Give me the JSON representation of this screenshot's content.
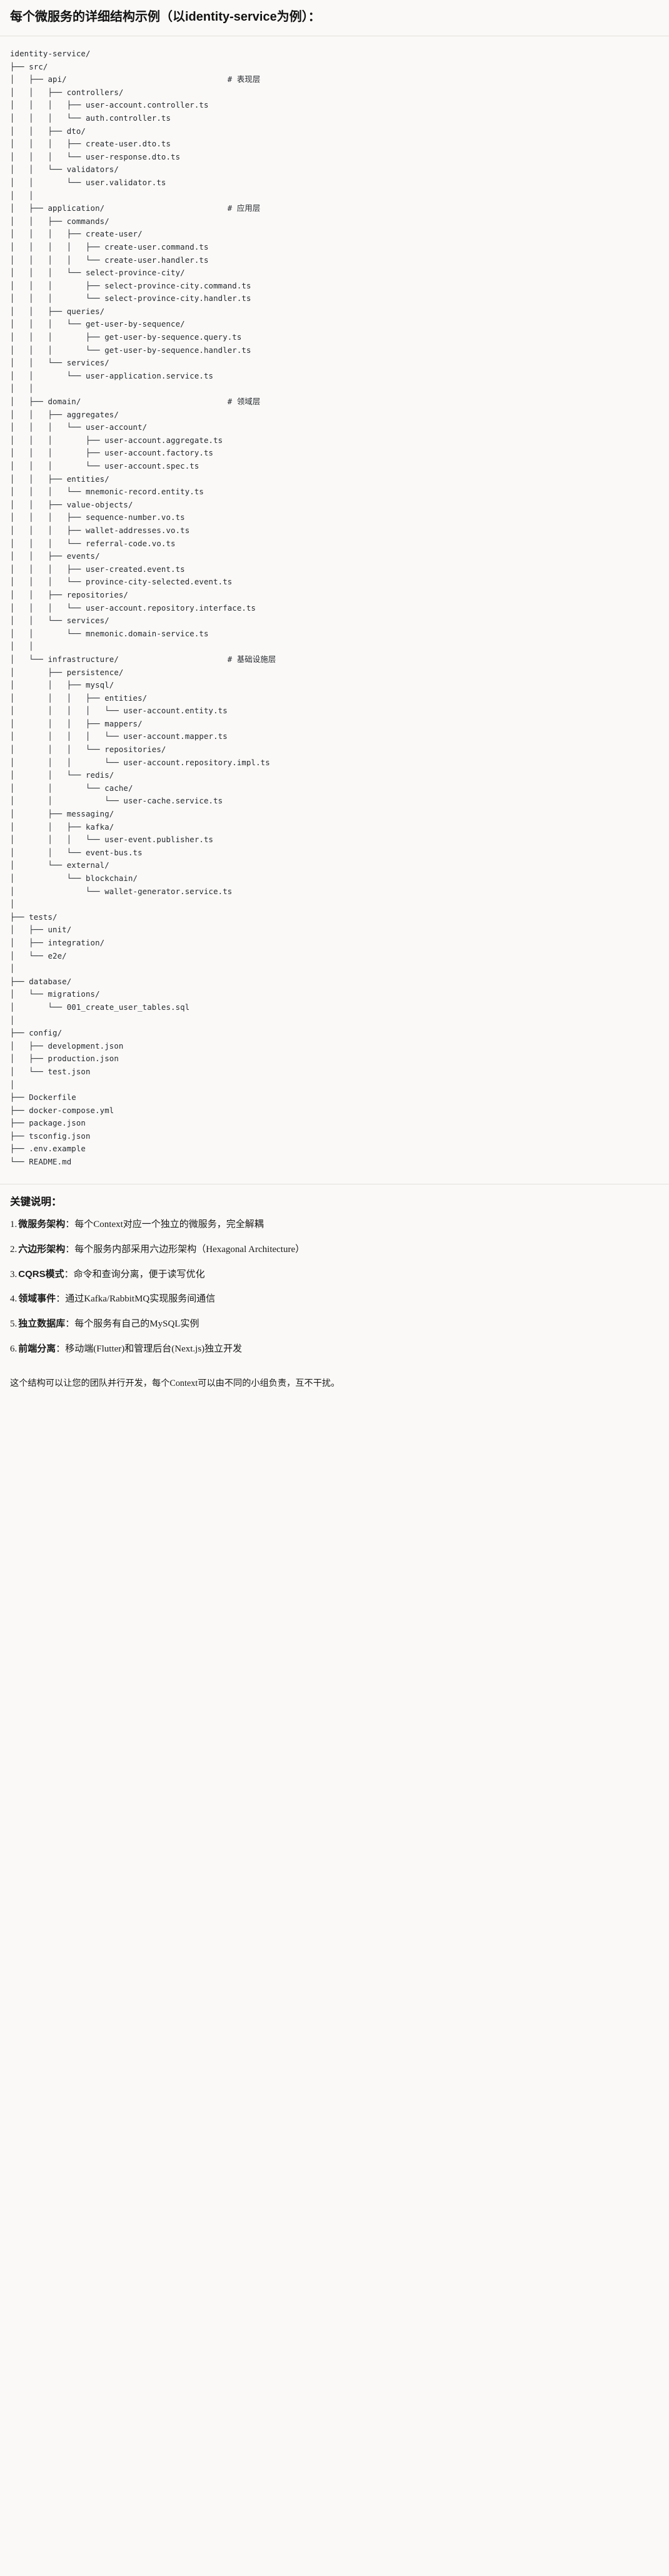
{
  "header": {
    "title": "每个微服务的详细结构示例（以identity-service为例）："
  },
  "tree": {
    "root": "identity-service/",
    "lines": [
      {
        "prefix": "identity-service/",
        "comment": ""
      },
      {
        "prefix": "├── src/",
        "comment": ""
      },
      {
        "prefix": "│   ├── api/",
        "comment": "# 表现层"
      },
      {
        "prefix": "│   │   ├── controllers/",
        "comment": ""
      },
      {
        "prefix": "│   │   │   ├── user-account.controller.ts",
        "comment": ""
      },
      {
        "prefix": "│   │   │   └── auth.controller.ts",
        "comment": ""
      },
      {
        "prefix": "│   │   ├── dto/",
        "comment": ""
      },
      {
        "prefix": "│   │   │   ├── create-user.dto.ts",
        "comment": ""
      },
      {
        "prefix": "│   │   │   └── user-response.dto.ts",
        "comment": ""
      },
      {
        "prefix": "│   │   └── validators/",
        "comment": ""
      },
      {
        "prefix": "│   │       └── user.validator.ts",
        "comment": ""
      },
      {
        "prefix": "│   │",
        "comment": ""
      },
      {
        "prefix": "│   ├── application/",
        "comment": "# 应用层"
      },
      {
        "prefix": "│   │   ├── commands/",
        "comment": ""
      },
      {
        "prefix": "│   │   │   ├── create-user/",
        "comment": ""
      },
      {
        "prefix": "│   │   │   │   ├── create-user.command.ts",
        "comment": ""
      },
      {
        "prefix": "│   │   │   │   └── create-user.handler.ts",
        "comment": ""
      },
      {
        "prefix": "│   │   │   └── select-province-city/",
        "comment": ""
      },
      {
        "prefix": "│   │   │       ├── select-province-city.command.ts",
        "comment": ""
      },
      {
        "prefix": "│   │   │       └── select-province-city.handler.ts",
        "comment": ""
      },
      {
        "prefix": "│   │   ├── queries/",
        "comment": ""
      },
      {
        "prefix": "│   │   │   └── get-user-by-sequence/",
        "comment": ""
      },
      {
        "prefix": "│   │   │       ├── get-user-by-sequence.query.ts",
        "comment": ""
      },
      {
        "prefix": "│   │   │       └── get-user-by-sequence.handler.ts",
        "comment": ""
      },
      {
        "prefix": "│   │   └── services/",
        "comment": ""
      },
      {
        "prefix": "│   │       └── user-application.service.ts",
        "comment": ""
      },
      {
        "prefix": "│   │",
        "comment": ""
      },
      {
        "prefix": "│   ├── domain/",
        "comment": "# 领域层"
      },
      {
        "prefix": "│   │   ├── aggregates/",
        "comment": ""
      },
      {
        "prefix": "│   │   │   └── user-account/",
        "comment": ""
      },
      {
        "prefix": "│   │   │       ├── user-account.aggregate.ts",
        "comment": ""
      },
      {
        "prefix": "│   │   │       ├── user-account.factory.ts",
        "comment": ""
      },
      {
        "prefix": "│   │   │       └── user-account.spec.ts",
        "comment": ""
      },
      {
        "prefix": "│   │   ├── entities/",
        "comment": ""
      },
      {
        "prefix": "│   │   │   └── mnemonic-record.entity.ts",
        "comment": ""
      },
      {
        "prefix": "│   │   ├── value-objects/",
        "comment": ""
      },
      {
        "prefix": "│   │   │   ├── sequence-number.vo.ts",
        "comment": ""
      },
      {
        "prefix": "│   │   │   ├── wallet-addresses.vo.ts",
        "comment": ""
      },
      {
        "prefix": "│   │   │   └── referral-code.vo.ts",
        "comment": ""
      },
      {
        "prefix": "│   │   ├── events/",
        "comment": ""
      },
      {
        "prefix": "│   │   │   ├── user-created.event.ts",
        "comment": ""
      },
      {
        "prefix": "│   │   │   └── province-city-selected.event.ts",
        "comment": ""
      },
      {
        "prefix": "│   │   ├── repositories/",
        "comment": ""
      },
      {
        "prefix": "│   │   │   └── user-account.repository.interface.ts",
        "comment": ""
      },
      {
        "prefix": "│   │   └── services/",
        "comment": ""
      },
      {
        "prefix": "│   │       └── mnemonic.domain-service.ts",
        "comment": ""
      },
      {
        "prefix": "│   │",
        "comment": ""
      },
      {
        "prefix": "│   └── infrastructure/",
        "comment": "# 基础设施层"
      },
      {
        "prefix": "│       ├── persistence/",
        "comment": ""
      },
      {
        "prefix": "│       │   ├── mysql/",
        "comment": ""
      },
      {
        "prefix": "│       │   │   ├── entities/",
        "comment": ""
      },
      {
        "prefix": "│       │   │   │   └── user-account.entity.ts",
        "comment": ""
      },
      {
        "prefix": "│       │   │   ├── mappers/",
        "comment": ""
      },
      {
        "prefix": "│       │   │   │   └── user-account.mapper.ts",
        "comment": ""
      },
      {
        "prefix": "│       │   │   └── repositories/",
        "comment": ""
      },
      {
        "prefix": "│       │   │       └── user-account.repository.impl.ts",
        "comment": ""
      },
      {
        "prefix": "│       │   └── redis/",
        "comment": ""
      },
      {
        "prefix": "│       │       └── cache/",
        "comment": ""
      },
      {
        "prefix": "│       │           └── user-cache.service.ts",
        "comment": ""
      },
      {
        "prefix": "│       ├── messaging/",
        "comment": ""
      },
      {
        "prefix": "│       │   ├── kafka/",
        "comment": ""
      },
      {
        "prefix": "│       │   │   └── user-event.publisher.ts",
        "comment": ""
      },
      {
        "prefix": "│       │   └── event-bus.ts",
        "comment": ""
      },
      {
        "prefix": "│       └── external/",
        "comment": ""
      },
      {
        "prefix": "│           └── blockchain/",
        "comment": ""
      },
      {
        "prefix": "│               └── wallet-generator.service.ts",
        "comment": ""
      },
      {
        "prefix": "│",
        "comment": ""
      },
      {
        "prefix": "├── tests/",
        "comment": ""
      },
      {
        "prefix": "│   ├── unit/",
        "comment": ""
      },
      {
        "prefix": "│   ├── integration/",
        "comment": ""
      },
      {
        "prefix": "│   └── e2e/",
        "comment": ""
      },
      {
        "prefix": "│",
        "comment": ""
      },
      {
        "prefix": "├── database/",
        "comment": ""
      },
      {
        "prefix": "│   └── migrations/",
        "comment": ""
      },
      {
        "prefix": "│       └── 001_create_user_tables.sql",
        "comment": ""
      },
      {
        "prefix": "│",
        "comment": ""
      },
      {
        "prefix": "├── config/",
        "comment": ""
      },
      {
        "prefix": "│   ├── development.json",
        "comment": ""
      },
      {
        "prefix": "│   ├── production.json",
        "comment": ""
      },
      {
        "prefix": "│   └── test.json",
        "comment": ""
      },
      {
        "prefix": "│",
        "comment": ""
      },
      {
        "prefix": "├── Dockerfile",
        "comment": ""
      },
      {
        "prefix": "├── docker-compose.yml",
        "comment": ""
      },
      {
        "prefix": "├── package.json",
        "comment": ""
      },
      {
        "prefix": "├── tsconfig.json",
        "comment": ""
      },
      {
        "prefix": "├── .env.example",
        "comment": ""
      },
      {
        "prefix": "└── README.md",
        "comment": ""
      }
    ],
    "comment_column": 46
  },
  "notes": {
    "heading": "关键说明：",
    "items": [
      {
        "num": "1.",
        "term": "微服务架构",
        "desc": "：每个Context对应一个独立的微服务，完全解耦"
      },
      {
        "num": "2.",
        "term": "六边形架构",
        "desc": "：每个服务内部采用六边形架构（Hexagonal Architecture）"
      },
      {
        "num": "3.",
        "term": "CQRS模式",
        "desc": "：命令和查询分离，便于读写优化"
      },
      {
        "num": "4.",
        "term": "领域事件",
        "desc": "：通过Kafka/RabbitMQ实现服务间通信"
      },
      {
        "num": "5.",
        "term": "独立数据库",
        "desc": "：每个服务有自己的MySQL实例"
      },
      {
        "num": "6.",
        "term": "前端分离",
        "desc": "：移动端(Flutter)和管理后台(Next.js)独立开发"
      }
    ]
  },
  "footer": {
    "text": "这个结构可以让您的团队并行开发，每个Context可以由不同的小组负责，互不干扰。"
  },
  "colors": {
    "background": "#faf9f7",
    "text": "#1f1f1f",
    "tree_text": "#24292e",
    "rule": "#e3e1dd"
  }
}
